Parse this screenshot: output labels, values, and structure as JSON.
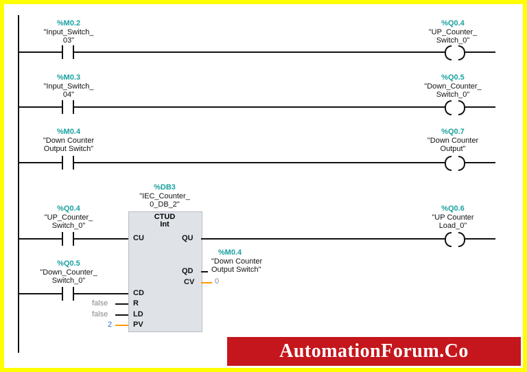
{
  "rung1": {
    "contact_addr": "%M0.2",
    "contact_tag": "\"Input_Switch_\n03\"",
    "coil_addr": "%Q0.4",
    "coil_tag": "\"UP_Counter_\nSwitch_0\""
  },
  "rung2": {
    "contact_addr": "%M0.3",
    "contact_tag": "\"Input_Switch_\n04\"",
    "coil_addr": "%Q0.5",
    "coil_tag": "\"Down_Counter_\nSwitch_0\""
  },
  "rung3": {
    "contact_addr": "%M0.4",
    "contact_tag": "\"Down Counter\nOutput Switch\"",
    "coil_addr": "%Q0.7",
    "coil_tag": "\"Down Counter\nOutput\""
  },
  "rung4": {
    "db_addr": "%DB3",
    "db_tag": "\"IEC_Counter_\n0_DB_2\"",
    "block_type": "CTUD",
    "block_datatype": "Int",
    "cu_addr": "%Q0.4",
    "cu_tag": "\"UP_Counter_\nSwitch_0\"",
    "cd_addr": "%Q0.5",
    "cd_tag": "\"Down_Counter_\nSwitch_0\"",
    "qd_addr": "%M0.4",
    "qd_tag": "\"Down Counter\nOutput Switch\"",
    "coil_addr": "%Q0.6",
    "coil_tag": "\"UP Counter\nLoad_0\"",
    "pins": {
      "cu": "CU",
      "qu": "QU",
      "qd": "QD",
      "cv": "CV",
      "cd": "CD",
      "r": "R",
      "ld": "LD",
      "pv": "PV"
    },
    "values": {
      "cv": "0",
      "r": "false",
      "ld": "false",
      "pv": "2"
    }
  },
  "banner": {
    "text": "AutomationForum.Co"
  },
  "colors": {
    "border": "#ffff00",
    "address": "#1aa0a0",
    "banner": "#c4161c",
    "param_wire": "#ff9a00"
  }
}
